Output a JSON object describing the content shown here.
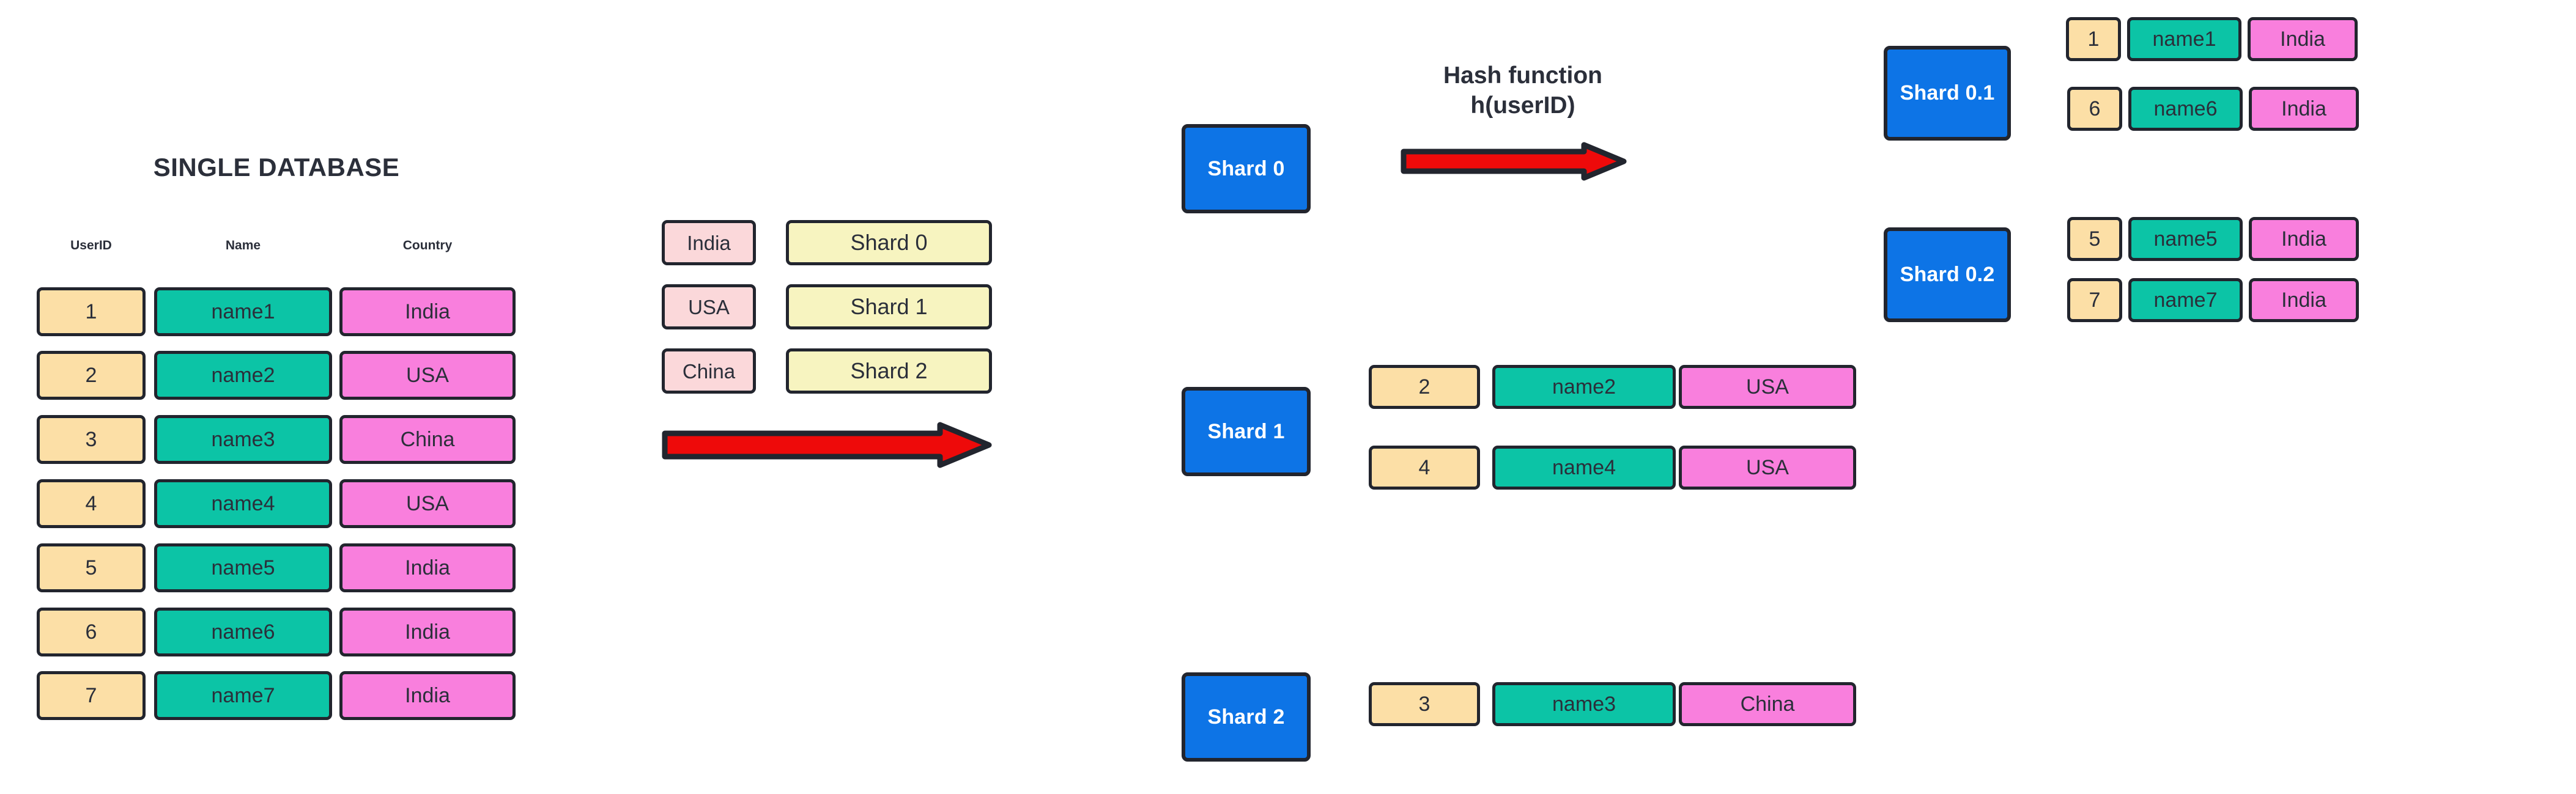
{
  "colors": {
    "id_fill": "#fcdfa6",
    "name_fill": "#0cc4a6",
    "country_fill": "#f97fdd",
    "key_fill": "#fbd8da",
    "shard_value_fill": "#f7f4c0",
    "shard_node_fill": "#0d74e6",
    "arrow_fill": "#ee0a0a",
    "outline": "#22252e",
    "text": "#2b2f3a",
    "background": "#ffffff"
  },
  "single_database": {
    "title": "SINGLE DATABASE",
    "columns": [
      "UserID",
      "Name",
      "Country"
    ],
    "rows": [
      {
        "userid": "1",
        "name": "name1",
        "country": "India"
      },
      {
        "userid": "2",
        "name": "name2",
        "country": "USA"
      },
      {
        "userid": "3",
        "name": "name3",
        "country": "China"
      },
      {
        "userid": "4",
        "name": "name4",
        "country": "USA"
      },
      {
        "userid": "5",
        "name": "name5",
        "country": "India"
      },
      {
        "userid": "6",
        "name": "name6",
        "country": "India"
      },
      {
        "userid": "7",
        "name": "name7",
        "country": "India"
      }
    ]
  },
  "shard_map": {
    "entries": [
      {
        "key": "India",
        "shard": "Shard 0"
      },
      {
        "key": "USA",
        "shard": "Shard 1"
      },
      {
        "key": "China",
        "shard": "Shard 2"
      }
    ],
    "arrow": "right-arrow-icon"
  },
  "hash": {
    "line1": "Hash function",
    "line2": "h(userID)",
    "arrow": "right-arrow-icon"
  },
  "shards": [
    {
      "label": "Shard 0",
      "rows": []
    },
    {
      "label": "Shard 1",
      "rows": [
        {
          "userid": "2",
          "name": "name2",
          "country": "USA"
        },
        {
          "userid": "4",
          "name": "name4",
          "country": "USA"
        }
      ]
    },
    {
      "label": "Shard 2",
      "rows": [
        {
          "userid": "3",
          "name": "name3",
          "country": "China"
        }
      ]
    }
  ],
  "sub_shards": [
    {
      "label": "Shard 0.1",
      "rows": [
        {
          "userid": "1",
          "name": "name1",
          "country": "India"
        },
        {
          "userid": "6",
          "name": "name6",
          "country": "India"
        }
      ]
    },
    {
      "label": "Shard 0.2",
      "rows": [
        {
          "userid": "5",
          "name": "name5",
          "country": "India"
        },
        {
          "userid": "7",
          "name": "name7",
          "country": "India"
        }
      ]
    }
  ]
}
